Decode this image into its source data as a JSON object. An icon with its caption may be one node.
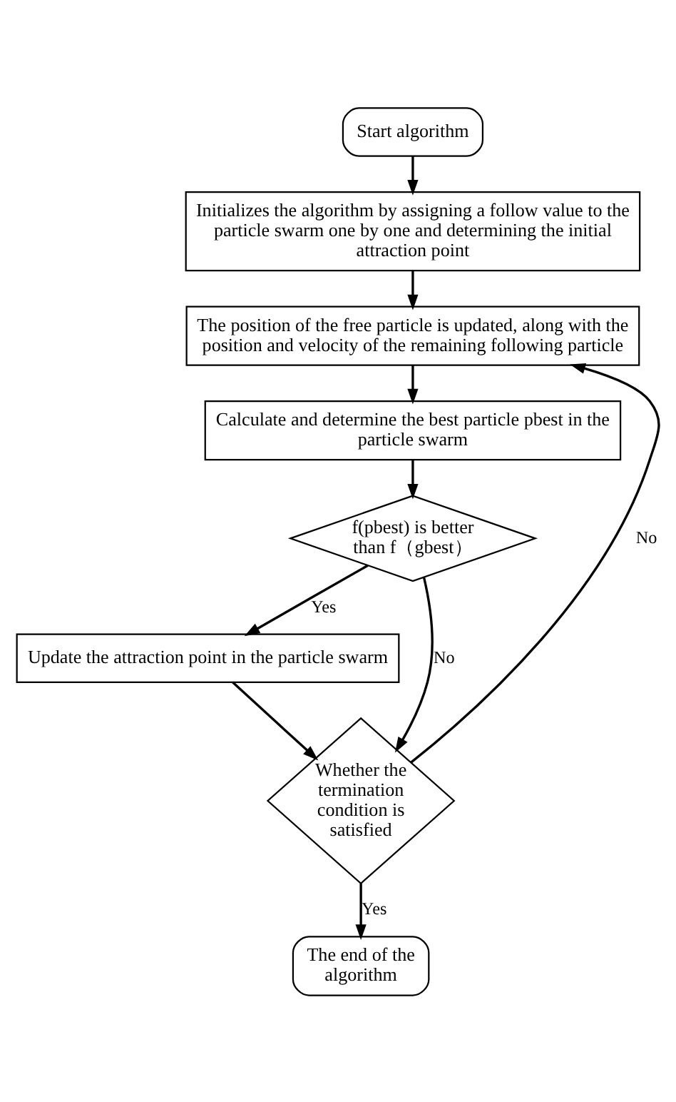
{
  "diagram": {
    "nodes": [
      {
        "text": [
          "Start algorithm"
        ]
      },
      {
        "text": [
          "Initializes the algorithm by assigning a follow value to the particle swarm one by one and determining the initial attraction point"
        ]
      },
      {
        "text": [
          "The position of the free particle is updated, along with the position and velocity of the remaining following particle"
        ]
      },
      {
        "text": [
          "Calculate and determine the best particle pbest in the particle swarm"
        ]
      },
      {
        "text": [
          "f(pbest) is better than f（gbest）"
        ]
      },
      {
        "text": [
          "Update the attraction point in the particle swarm"
        ]
      },
      {
        "text": [
          "Whether the termination condition is satisfied"
        ]
      },
      {
        "text": [
          "The end of the algorithm"
        ]
      }
    ],
    "edges": [
      {
        "from": 0,
        "to": 1,
        "arrow": "to"
      },
      {
        "from": 1,
        "to": 2,
        "arrow": "to"
      },
      {
        "from": 2,
        "to": 3,
        "arrow": "to"
      },
      {
        "from": 3,
        "to": 4,
        "arrow": "to"
      },
      {
        "from": 4,
        "to": 5,
        "arrow": "to",
        "label": "Yes"
      },
      {
        "from": 5,
        "to": 6,
        "arrow": "to"
      },
      {
        "from": 4,
        "to": 6,
        "arrow": "to",
        "label": "No"
      },
      {
        "from": 6,
        "to": 2,
        "arrow": "to",
        "label": "No"
      },
      {
        "from": 6,
        "to": 7,
        "arrow": "to",
        "label": "Yes"
      }
    ]
  }
}
